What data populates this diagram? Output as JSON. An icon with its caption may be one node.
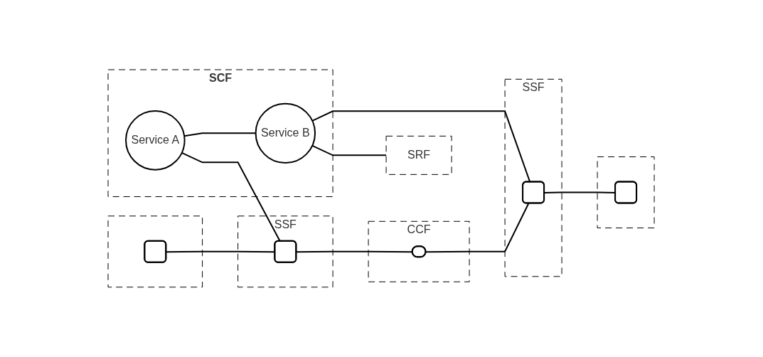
{
  "diagram": {
    "nodes": [
      {
        "text": [
          "SCF"
        ]
      },
      {
        "text": [
          "Service A"
        ],
        "in": 0
      },
      {
        "text": [
          "Service B"
        ],
        "in": 0
      },
      {
        "text": [
          "SRF"
        ]
      },
      {
        "text": [],
        "shape": "box"
      },
      {
        "text": [],
        "shape": "box",
        "in": 4
      },
      {
        "text": [
          "SSF"
        ]
      },
      {
        "text": [],
        "shape": "box",
        "in": 6
      },
      {
        "text": [
          "CCF"
        ]
      },
      {
        "text": [],
        "shape": "stadium",
        "in": 8
      },
      {
        "text": [
          "SSF"
        ]
      },
      {
        "text": [],
        "shape": "box",
        "in": 10
      },
      {
        "text": [],
        "shape": "box"
      },
      {
        "text": [],
        "shape": "box",
        "in": 12
      }
    ],
    "edges": [
      {
        "from": 1,
        "to": 2,
        "arrow": "none"
      },
      {
        "from": 2,
        "to": 3,
        "arrow": "none"
      },
      {
        "from": 1,
        "to": 7,
        "arrow": "none"
      },
      {
        "from": 2,
        "to": 11,
        "arrow": "none"
      },
      {
        "from": 5,
        "to": 7,
        "arrow": "none"
      },
      {
        "from": 7,
        "to": 9,
        "arrow": "none"
      },
      {
        "from": 9,
        "to": 11,
        "arrow": "none"
      },
      {
        "from": 11,
        "to": 13,
        "arrow": "none"
      }
    ]
  }
}
